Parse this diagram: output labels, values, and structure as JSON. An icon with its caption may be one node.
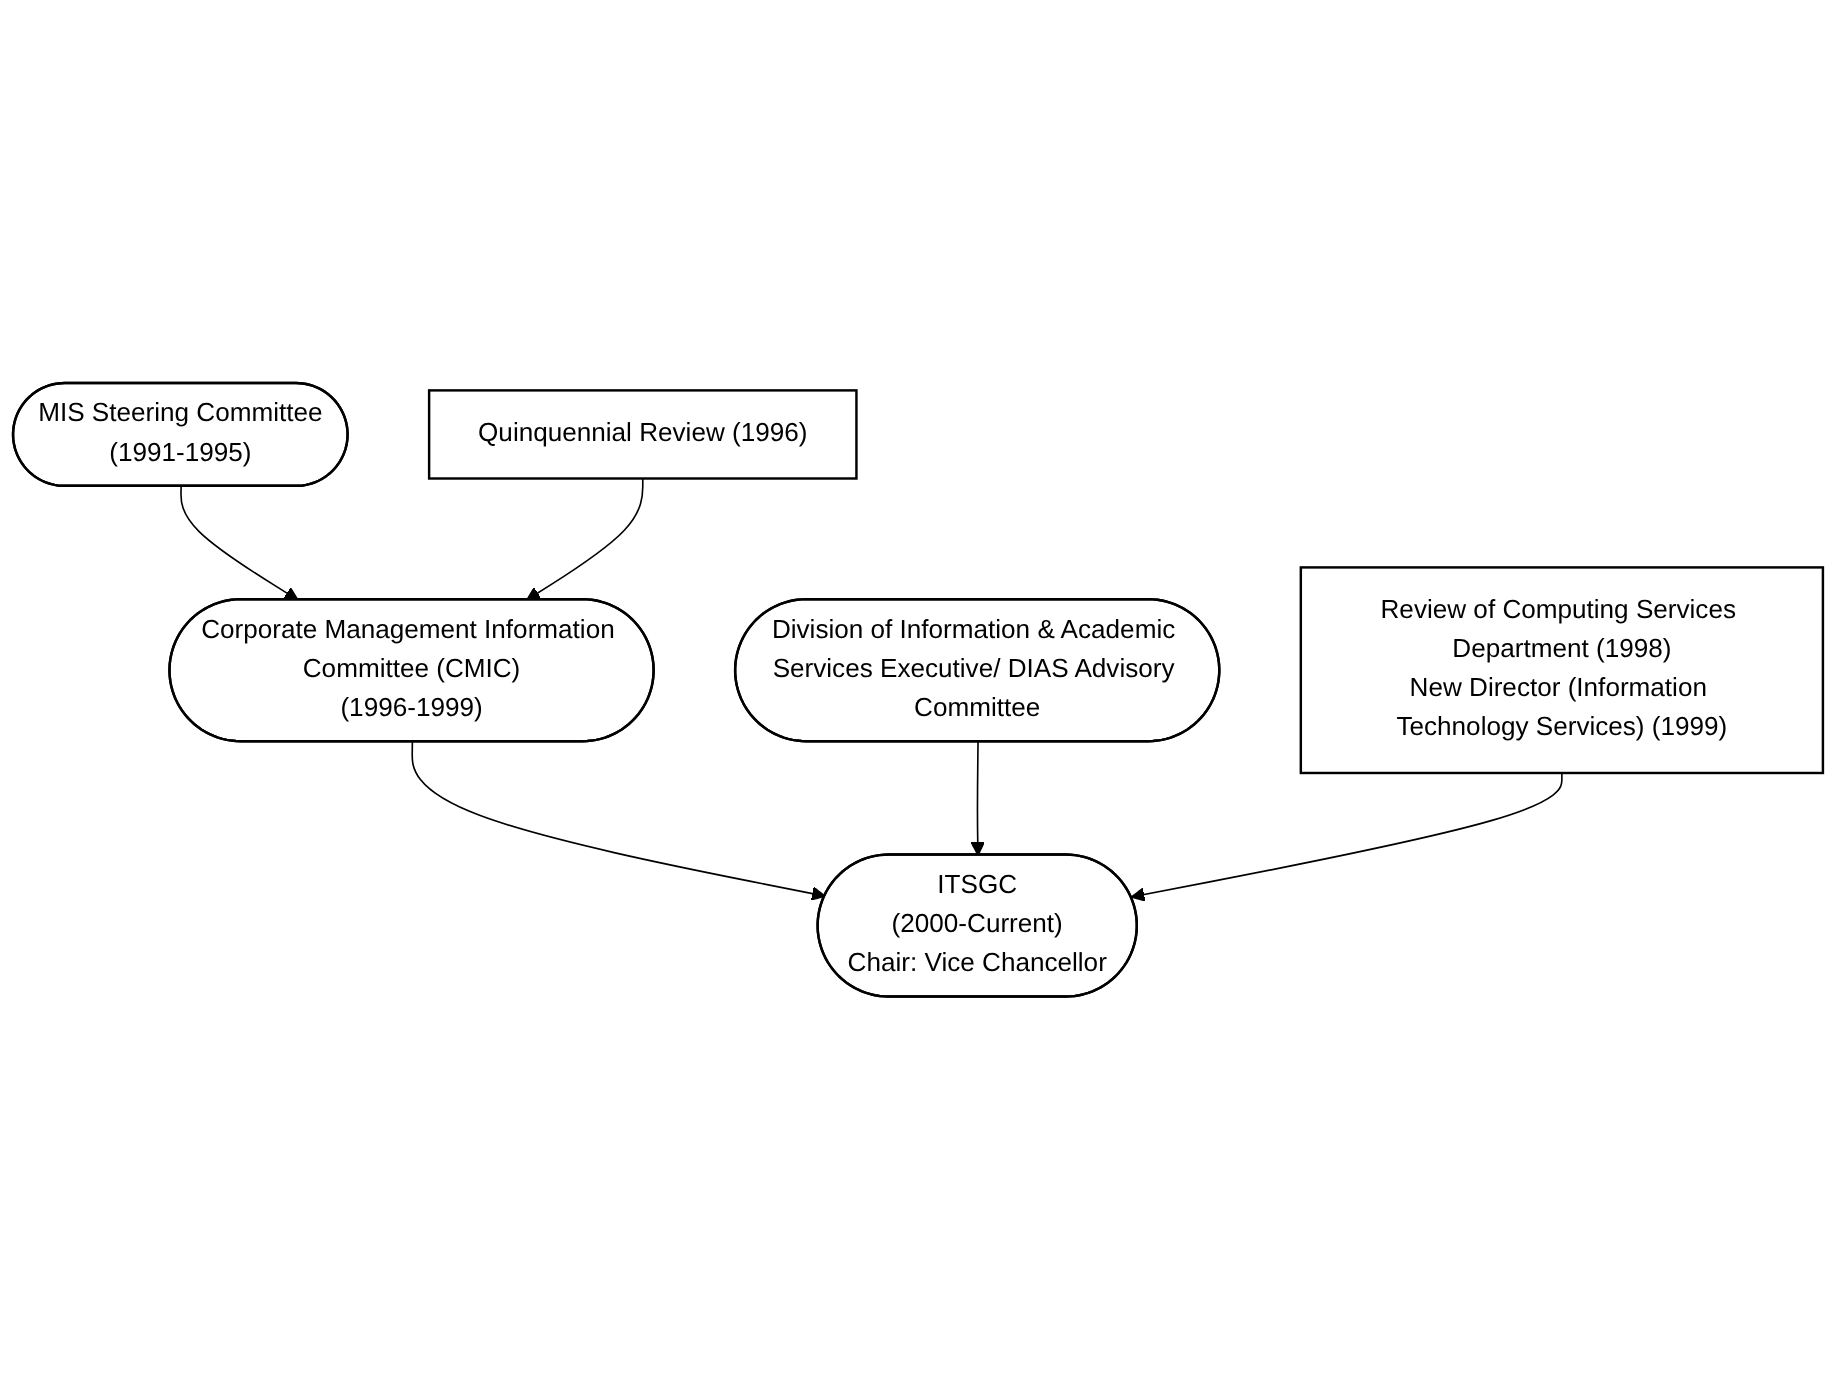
{
  "diagram": {
    "nodes": [
      {
        "text": [
          "MIS Steering Committee",
          "(1991-1995)"
        ]
      },
      {
        "text": [
          "Quinquennial Review (1996)"
        ]
      },
      {
        "text": [
          "Corporate Management Information Committee (CMIC)",
          "(1996-1999)"
        ]
      },
      {
        "text": [
          "Division of Information & Academic Services Executive/ DIAS Advisory Committee"
        ]
      },
      {
        "text": [
          "Review of Computing Services Department (1998)",
          "New Director (Information Technology Services) (1999)"
        ]
      },
      {
        "text": [
          "ITSGC",
          "(2000-Current)",
          "Chair: Vice Chancellor"
        ]
      }
    ],
    "edges": [
      {
        "from": 0,
        "to": 2,
        "arrow": "to"
      },
      {
        "from": 1,
        "to": 2,
        "arrow": "to"
      },
      {
        "from": 2,
        "to": 5,
        "arrow": "to"
      },
      {
        "from": 3,
        "to": 5,
        "arrow": "to"
      },
      {
        "from": 4,
        "to": 5,
        "arrow": "to"
      }
    ]
  }
}
